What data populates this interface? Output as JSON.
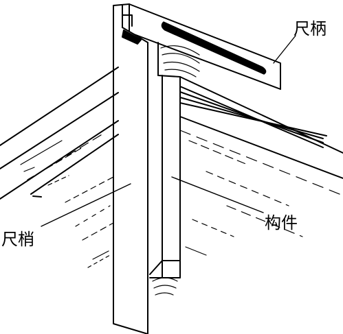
{
  "labels": {
    "handle": "尺柄",
    "blade": "尺梢",
    "member": "构件"
  }
}
